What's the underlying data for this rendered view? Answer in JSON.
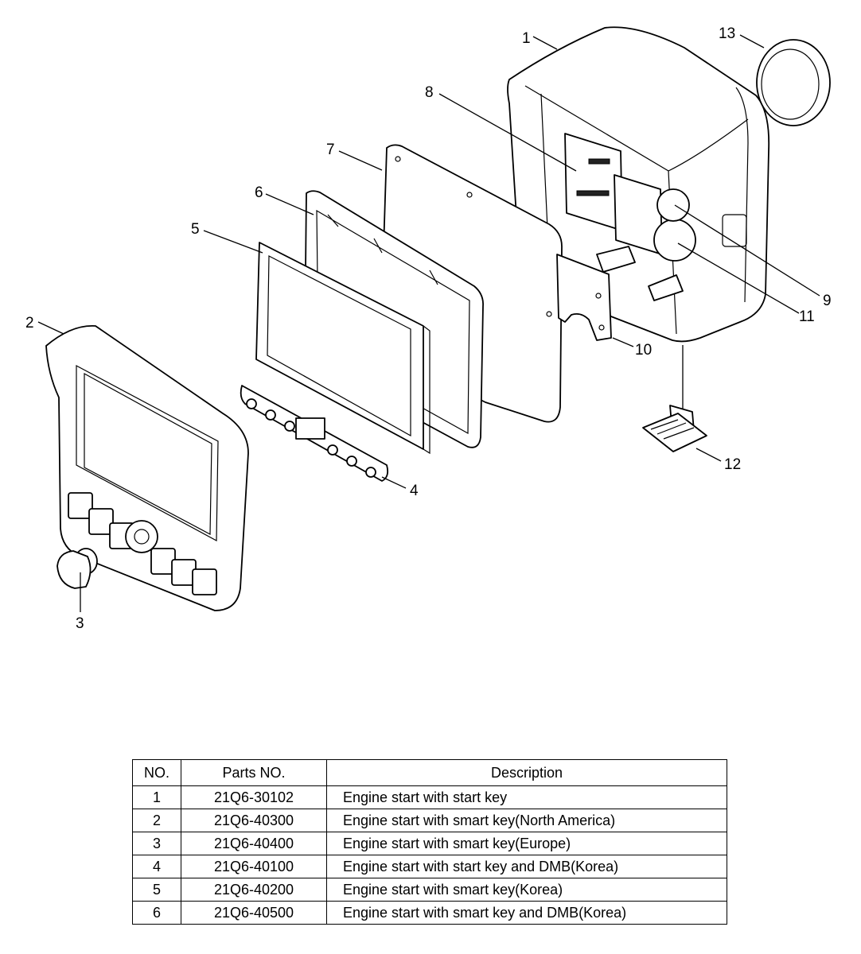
{
  "diagram": {
    "callouts": [
      "1",
      "2",
      "3",
      "4",
      "5",
      "6",
      "7",
      "8",
      "9",
      "10",
      "11",
      "12",
      "13"
    ]
  },
  "table": {
    "headers": [
      "NO.",
      "Parts NO.",
      "Description"
    ],
    "rows": [
      {
        "no": "1",
        "part_no": "21Q6-30102",
        "description": "Engine start with start key"
      },
      {
        "no": "2",
        "part_no": "21Q6-40300",
        "description": "Engine start with smart key(North America)"
      },
      {
        "no": "3",
        "part_no": "21Q6-40400",
        "description": "Engine start with smart key(Europe)"
      },
      {
        "no": "4",
        "part_no": "21Q6-40100",
        "description": "Engine start with start key and DMB(Korea)"
      },
      {
        "no": "5",
        "part_no": "21Q6-40200",
        "description": "Engine start with smart key(Korea)"
      },
      {
        "no": "6",
        "part_no": "21Q6-40500",
        "description": "Engine start with smart key and DMB(Korea)"
      }
    ]
  }
}
